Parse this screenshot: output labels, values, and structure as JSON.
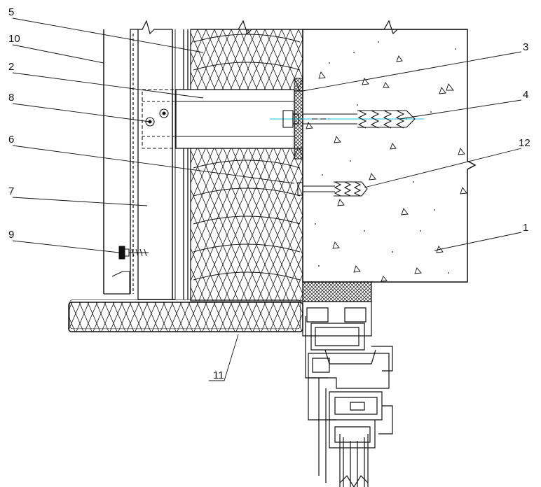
{
  "callouts": {
    "c1": "1",
    "c2": "2",
    "c3": "3",
    "c4": "4",
    "c5": "5",
    "c6": "6",
    "c7": "7",
    "c8": "8",
    "c9": "9",
    "c10": "10",
    "c11": "11",
    "c12": "12"
  },
  "colors": {
    "line": "#111111",
    "axis_line": "#19c3d6",
    "background": "#ffffff"
  }
}
